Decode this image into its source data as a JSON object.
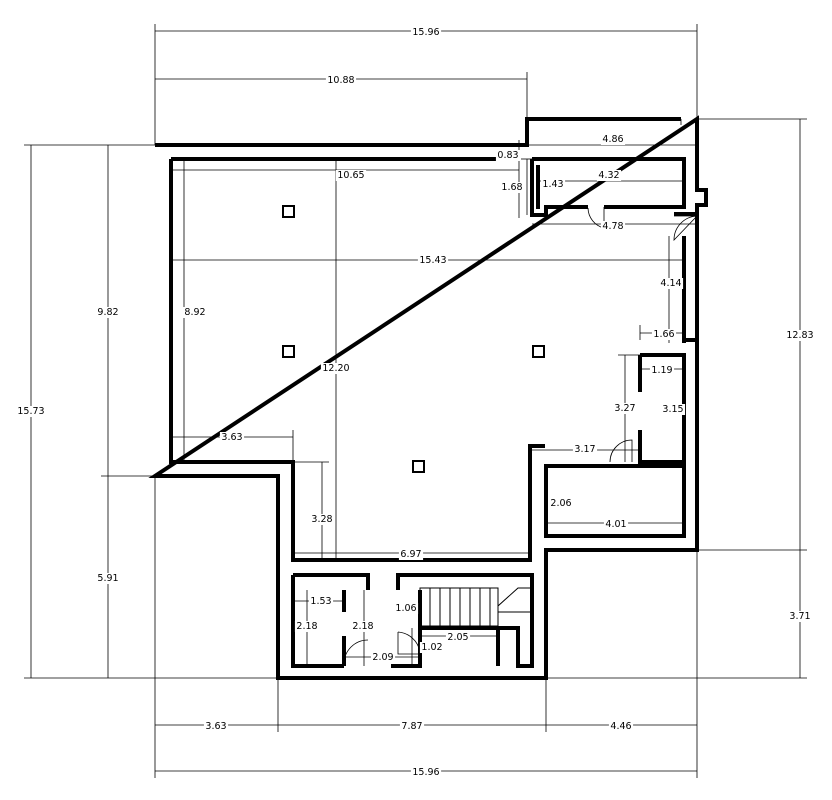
{
  "dimensions": {
    "top_total": "15.96",
    "top_left": "10.88",
    "top_right": "4.86",
    "step_small": "0.83",
    "balcony_inner": "4.32",
    "balcony_height_outer": "1.68",
    "balcony_height_inner": "1.43",
    "main_width_inner": "10.65",
    "corridor": "4.78",
    "full_inner_width": "15.43",
    "right_wall_seg": "4.14",
    "right_stub": "1.66",
    "closet_width": "1.19",
    "closet_height_left": "3.27",
    "closet_height_right": "3.15",
    "door_gap": "3.17",
    "left_height": "8.92",
    "center_height": "12.20",
    "left_offset": "3.63",
    "lower_left_height": "3.28",
    "lower_width": "6.97",
    "room_right_height": "2.06",
    "room_right_width": "4.01",
    "bath_width": "1.53",
    "bath_height_left": "2.18",
    "bath_height_right": "2.18",
    "bath_bottom": "2.09",
    "stair_height": "1.06",
    "stair_width": "2.05",
    "stair_step": "1.02",
    "left_upper": "9.82",
    "left_total": "15.73",
    "left_lower": "5.91",
    "right_upper": "12.83",
    "right_lower": "3.71",
    "bottom_left": "3.63",
    "bottom_mid": "7.87",
    "bottom_right": "4.46",
    "bottom_total": "15.96"
  }
}
